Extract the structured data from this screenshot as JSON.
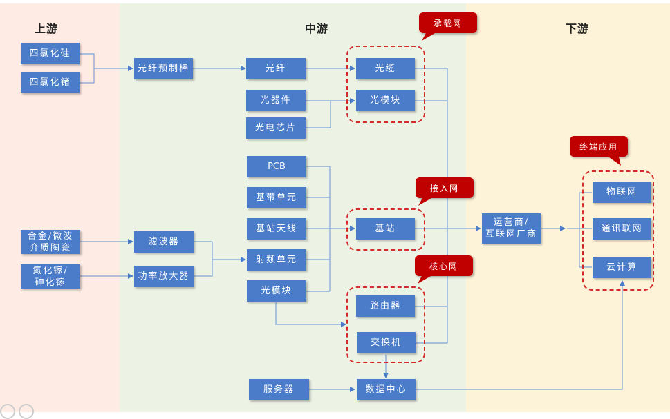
{
  "columns": {
    "upstream": "上游",
    "midstream": "中游",
    "downstream": "下游"
  },
  "nodes": {
    "sicl4": "四氯化硅",
    "gecl4": "四氯化锗",
    "alloy": "合金/微波\n介质陶瓷",
    "gan": "氮化镓/\n砷化镓",
    "preform": "光纤预制棒",
    "filter": "滤波器",
    "pa": "功率放大器",
    "fiber": "光纤",
    "optical_device": "光器件",
    "opto_chip": "光电芯片",
    "pcb": "PCB",
    "baseband": "基带单元",
    "antenna": "基站天线",
    "rf_unit": "射频单元",
    "optical_module_mid": "光模块",
    "server": "服务器",
    "cable": "光缆",
    "optical_module": "光模块",
    "base_station": "基站",
    "router": "路由器",
    "switch": "交换机",
    "data_center": "数据中心",
    "operator": "运营商/\n互联网厂商",
    "iot": "物联网",
    "telecom": "通讯联网",
    "cloud": "云计算"
  },
  "callouts": {
    "bearer_network": "承载网",
    "access_network": "接入网",
    "core_network": "核心网",
    "terminal_app": "终端应用"
  },
  "colors": {
    "upstream_bg": "#fdebe4",
    "midstream_bg": "#ecf3e5",
    "downstream_bg": "#fdf3d9",
    "node": "#4a7cc9",
    "callout": "#c00000",
    "group_border": "#d42a2a",
    "link": "#7da3d6"
  }
}
